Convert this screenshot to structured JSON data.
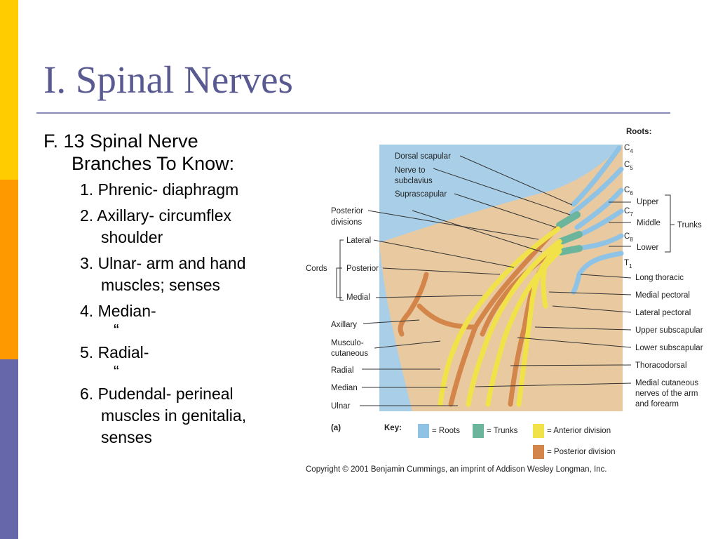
{
  "slide": {
    "title": "I. Spinal Nerves",
    "heading_line1": "F. 13 Spinal Nerve",
    "heading_line2": "Branches To Know:",
    "items": [
      {
        "line1": "1. Phrenic- diaphragm"
      },
      {
        "line1": "2. Axillary- circumflex",
        "line2": "shoulder"
      },
      {
        "line1": "3. Ulnar- arm and hand",
        "line2": "muscles; senses"
      },
      {
        "line1": "4. Median-",
        "quote": "“"
      },
      {
        "line1": "5. Radial-",
        "quote": "“"
      },
      {
        "line1": "6. Pudendal- perineal",
        "line2": "muscles in genitalia,",
        "line3": "senses"
      }
    ]
  },
  "figure": {
    "roots_title": "Roots:",
    "roots": [
      {
        "c": "C",
        "sub": "4"
      },
      {
        "c": "C",
        "sub": "5"
      },
      {
        "c": "C",
        "sub": "6"
      },
      {
        "c": "C",
        "sub": "7"
      },
      {
        "c": "C",
        "sub": "8"
      },
      {
        "c": "T",
        "sub": "1"
      }
    ],
    "trunks": [
      "Upper",
      "Middle",
      "Lower"
    ],
    "trunks_group": "Trunks",
    "cords_group": "Cords",
    "cords": [
      "Lateral",
      "Posterior",
      "Medial"
    ],
    "top_left_labels": {
      "dorsal_scapular": "Dorsal scapular",
      "nerve_to_line1": "Nerve to",
      "nerve_to_line2": "subclavius",
      "suprascapular": "Suprascapular",
      "posterior_divisions_line1": "Posterior",
      "posterior_divisions_line2": "divisions"
    },
    "left_labels": {
      "axillary": "Axillary",
      "musculo_line1": "Musculo-",
      "musculo_line2": "cutaneous",
      "radial": "Radial",
      "median": "Median",
      "ulnar": "Ulnar"
    },
    "right_labels": [
      "Long thoracic",
      "Medial pectoral",
      "Lateral pectoral",
      "Upper subscapular",
      "Lower subscapular",
      "Thoracodorsal"
    ],
    "medial_cutaneous": [
      "Medial cutaneous",
      "nerves of the arm",
      "and forearm"
    ],
    "panel_label": "(a)",
    "key_title": "Key:",
    "key": [
      {
        "label": "= Roots",
        "color": "#8fc3e6"
      },
      {
        "label": "= Trunks",
        "color": "#6bb59c"
      },
      {
        "label": "= Anterior division",
        "color": "#f2e24a"
      },
      {
        "label": "= Posterior division",
        "color": "#d4864a"
      }
    ],
    "copyright": "Copyright © 2001 Benjamin Cummings, an imprint of Addison Wesley Longman, Inc."
  },
  "colors": {
    "sidebar_yellow": "#ffcc00",
    "sidebar_orange": "#ff9900",
    "sidebar_purple": "#6666aa",
    "title": "#5a5a92",
    "figure_background": "#a9cfe8",
    "figure_skin": "#e9c9a0"
  }
}
